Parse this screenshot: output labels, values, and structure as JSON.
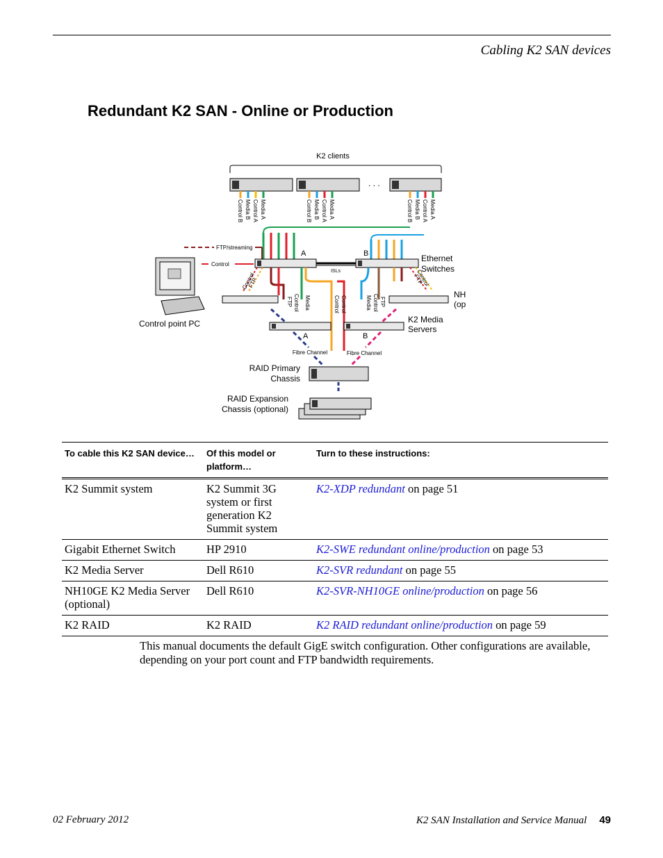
{
  "header": {
    "section": "Cabling K2 SAN devices"
  },
  "title": "Redundant K2 SAN - Online or Production",
  "diagram": {
    "k2_clients": "K2 clients",
    "ellipsis": ". . .",
    "client1_cables": [
      "Control B",
      "Media B",
      "Control A",
      "Media A"
    ],
    "client2_cables": [
      "Control B",
      "Media B",
      "Control A",
      "Media A"
    ],
    "client3_cables": [
      "Control B",
      "Media B",
      "Control A",
      "Media A"
    ],
    "ftp_streaming": "FTP/streaming",
    "control": "Control",
    "switch_a": "A",
    "switch_b": "B",
    "ethernet_switches_1": "Ethernet",
    "ethernet_switches_2": "Switches",
    "isls": "ISLs",
    "nh_control": "Control",
    "nh_ftp": "FTP",
    "nh_control_r": "Control",
    "nh_ftp_r": "FTP",
    "nh_servers_1": "NH Servers",
    "nh_servers_2": "(optional)",
    "ftp_a": "FTP",
    "control_a": "Control",
    "media_a": "Media",
    "control_c1": "Control",
    "control_c2": "Control",
    "media_b": "Media",
    "control_b": "Control",
    "ftp_b": "FTP",
    "control_point_pc": "Control point PC",
    "media_servers_1": "K2 Media",
    "media_servers_2": "Servers",
    "server_a": "A",
    "server_b": "B",
    "fibre_a": "Fibre Channel",
    "fibre_b": "Fibre Channel",
    "raid_primary_1": "RAID Primary",
    "raid_primary_2": "Chassis",
    "raid_expansion_1": "RAID Expansion",
    "raid_expansion_2": "Chassis (optional)",
    "colors": {
      "orange": "#f5a623",
      "yellow": "#f2c200",
      "blue": "#1aa0e0",
      "green": "#1aa050",
      "red": "#e0202a",
      "darkred": "#8b1a1a",
      "navy": "#2a3a8c",
      "magenta": "#e0207a",
      "brown": "#8a5a3a"
    }
  },
  "table": {
    "headers": [
      "To cable this K2 SAN device…",
      "Of this model or platform…",
      "Turn to these instructions:"
    ],
    "rows": [
      {
        "device": "K2 Summit system",
        "model": "K2 Summit 3G system or first generation K2 Summit system",
        "link": "K2-XDP redundant",
        "page": " on page 51"
      },
      {
        "device": "Gigabit Ethernet Switch",
        "model": "HP 2910",
        "link": "K2-SWE redundant online/production",
        "page": " on page 53"
      },
      {
        "device": "K2 Media Server",
        "model": "Dell R610",
        "link": "K2-SVR redundant",
        "page": " on page 55"
      },
      {
        "device": "NH10GE K2 Media Server (optional)",
        "model": "Dell R610",
        "link": "K2-SVR-NH10GE online/production",
        "page": " on page 56"
      },
      {
        "device": "K2 RAID",
        "model": "K2 RAID",
        "link": "K2 RAID redundant online/production",
        "page": " on page 59"
      }
    ]
  },
  "note": "This manual documents the default GigE switch configuration. Other configurations are available, depending on your port count and FTP bandwidth requirements.",
  "footer": {
    "date": "02 February 2012",
    "manual": "K2 SAN Installation and Service Manual",
    "page_number": "49"
  }
}
